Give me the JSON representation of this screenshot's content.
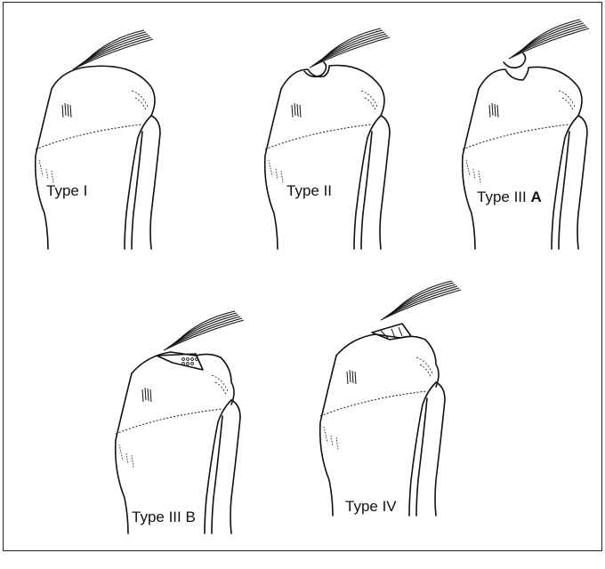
{
  "figure": {
    "panels": [
      {
        "id": "type-1",
        "label": "Type I",
        "fracture": "none"
      },
      {
        "id": "type-2",
        "label": "Type II",
        "fracture": "hinged"
      },
      {
        "id": "type-3a",
        "label_prefix": "Type III ",
        "label_suffix": "A",
        "fracture": "displaced"
      },
      {
        "id": "type-3b",
        "label_prefix": "Type III ",
        "label_suffix": "B",
        "fracture": "comminuted"
      },
      {
        "id": "type-4",
        "label": "Type IV",
        "fracture": "comminuted-displaced"
      }
    ]
  },
  "colors": {
    "line": "#111111",
    "background": "#ffffff",
    "border": "#222222"
  }
}
